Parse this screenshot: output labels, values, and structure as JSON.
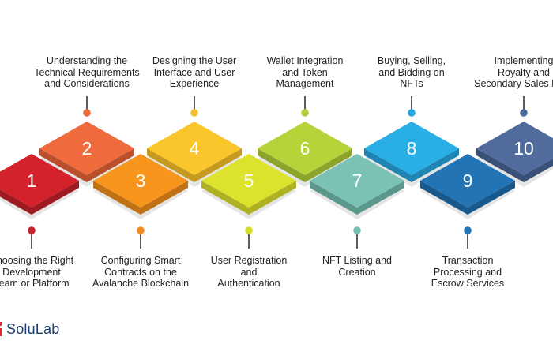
{
  "steps": [
    {
      "number": "1",
      "label": "Choosing the Right\nDevelopment\nTeam or Platform",
      "color": "#d3222b",
      "side": "#9e1a21",
      "dot": "#c3262d"
    },
    {
      "number": "2",
      "label": "Understanding the\nTechnical Requirements\nand Considerations",
      "color": "#ef6a3c",
      "side": "#b94f2b",
      "dot": "#ef6a3c"
    },
    {
      "number": "3",
      "label": "Configuring Smart\nContracts on the\nAvalanche Blockchain",
      "color": "#f8951d",
      "side": "#c07116",
      "dot": "#f58a21"
    },
    {
      "number": "4",
      "label": "Designing the User\nInterface and User\nExperience",
      "color": "#fbc62c",
      "side": "#c59a1f",
      "dot": "#f5c227"
    },
    {
      "number": "5",
      "label": "User Registration\nand\nAuthentication",
      "color": "#dde22c",
      "side": "#aeb122",
      "dot": "#d5dd2d"
    },
    {
      "number": "6",
      "label": "Wallet Integration\nand Token\nManagement",
      "color": "#b6d33a",
      "side": "#8da42c",
      "dot": "#b1cf3a"
    },
    {
      "number": "7",
      "label": "NFT Listing and\nCreation",
      "color": "#7bc1b4",
      "side": "#5c978c",
      "dot": "#77bdb1"
    },
    {
      "number": "8",
      "label": "Buying, Selling,\nand Bidding on\nNFTs",
      "color": "#2aaee6",
      "side": "#1f86b3",
      "dot": "#29a9e1"
    },
    {
      "number": "9",
      "label": "Transaction\nProcessing and\nEscrow Services",
      "color": "#2274b5",
      "side": "#18588b",
      "dot": "#2372b3"
    },
    {
      "number": "10",
      "label": "Implementing\nRoyalty and\nSecondary Sales Fees",
      "color": "#506b9c",
      "side": "#3a5078",
      "dot": "#4f6a9b"
    }
  ],
  "brand": {
    "name": "SoluLab",
    "color": "#1c3d6e",
    "accent": "#e8262f"
  }
}
